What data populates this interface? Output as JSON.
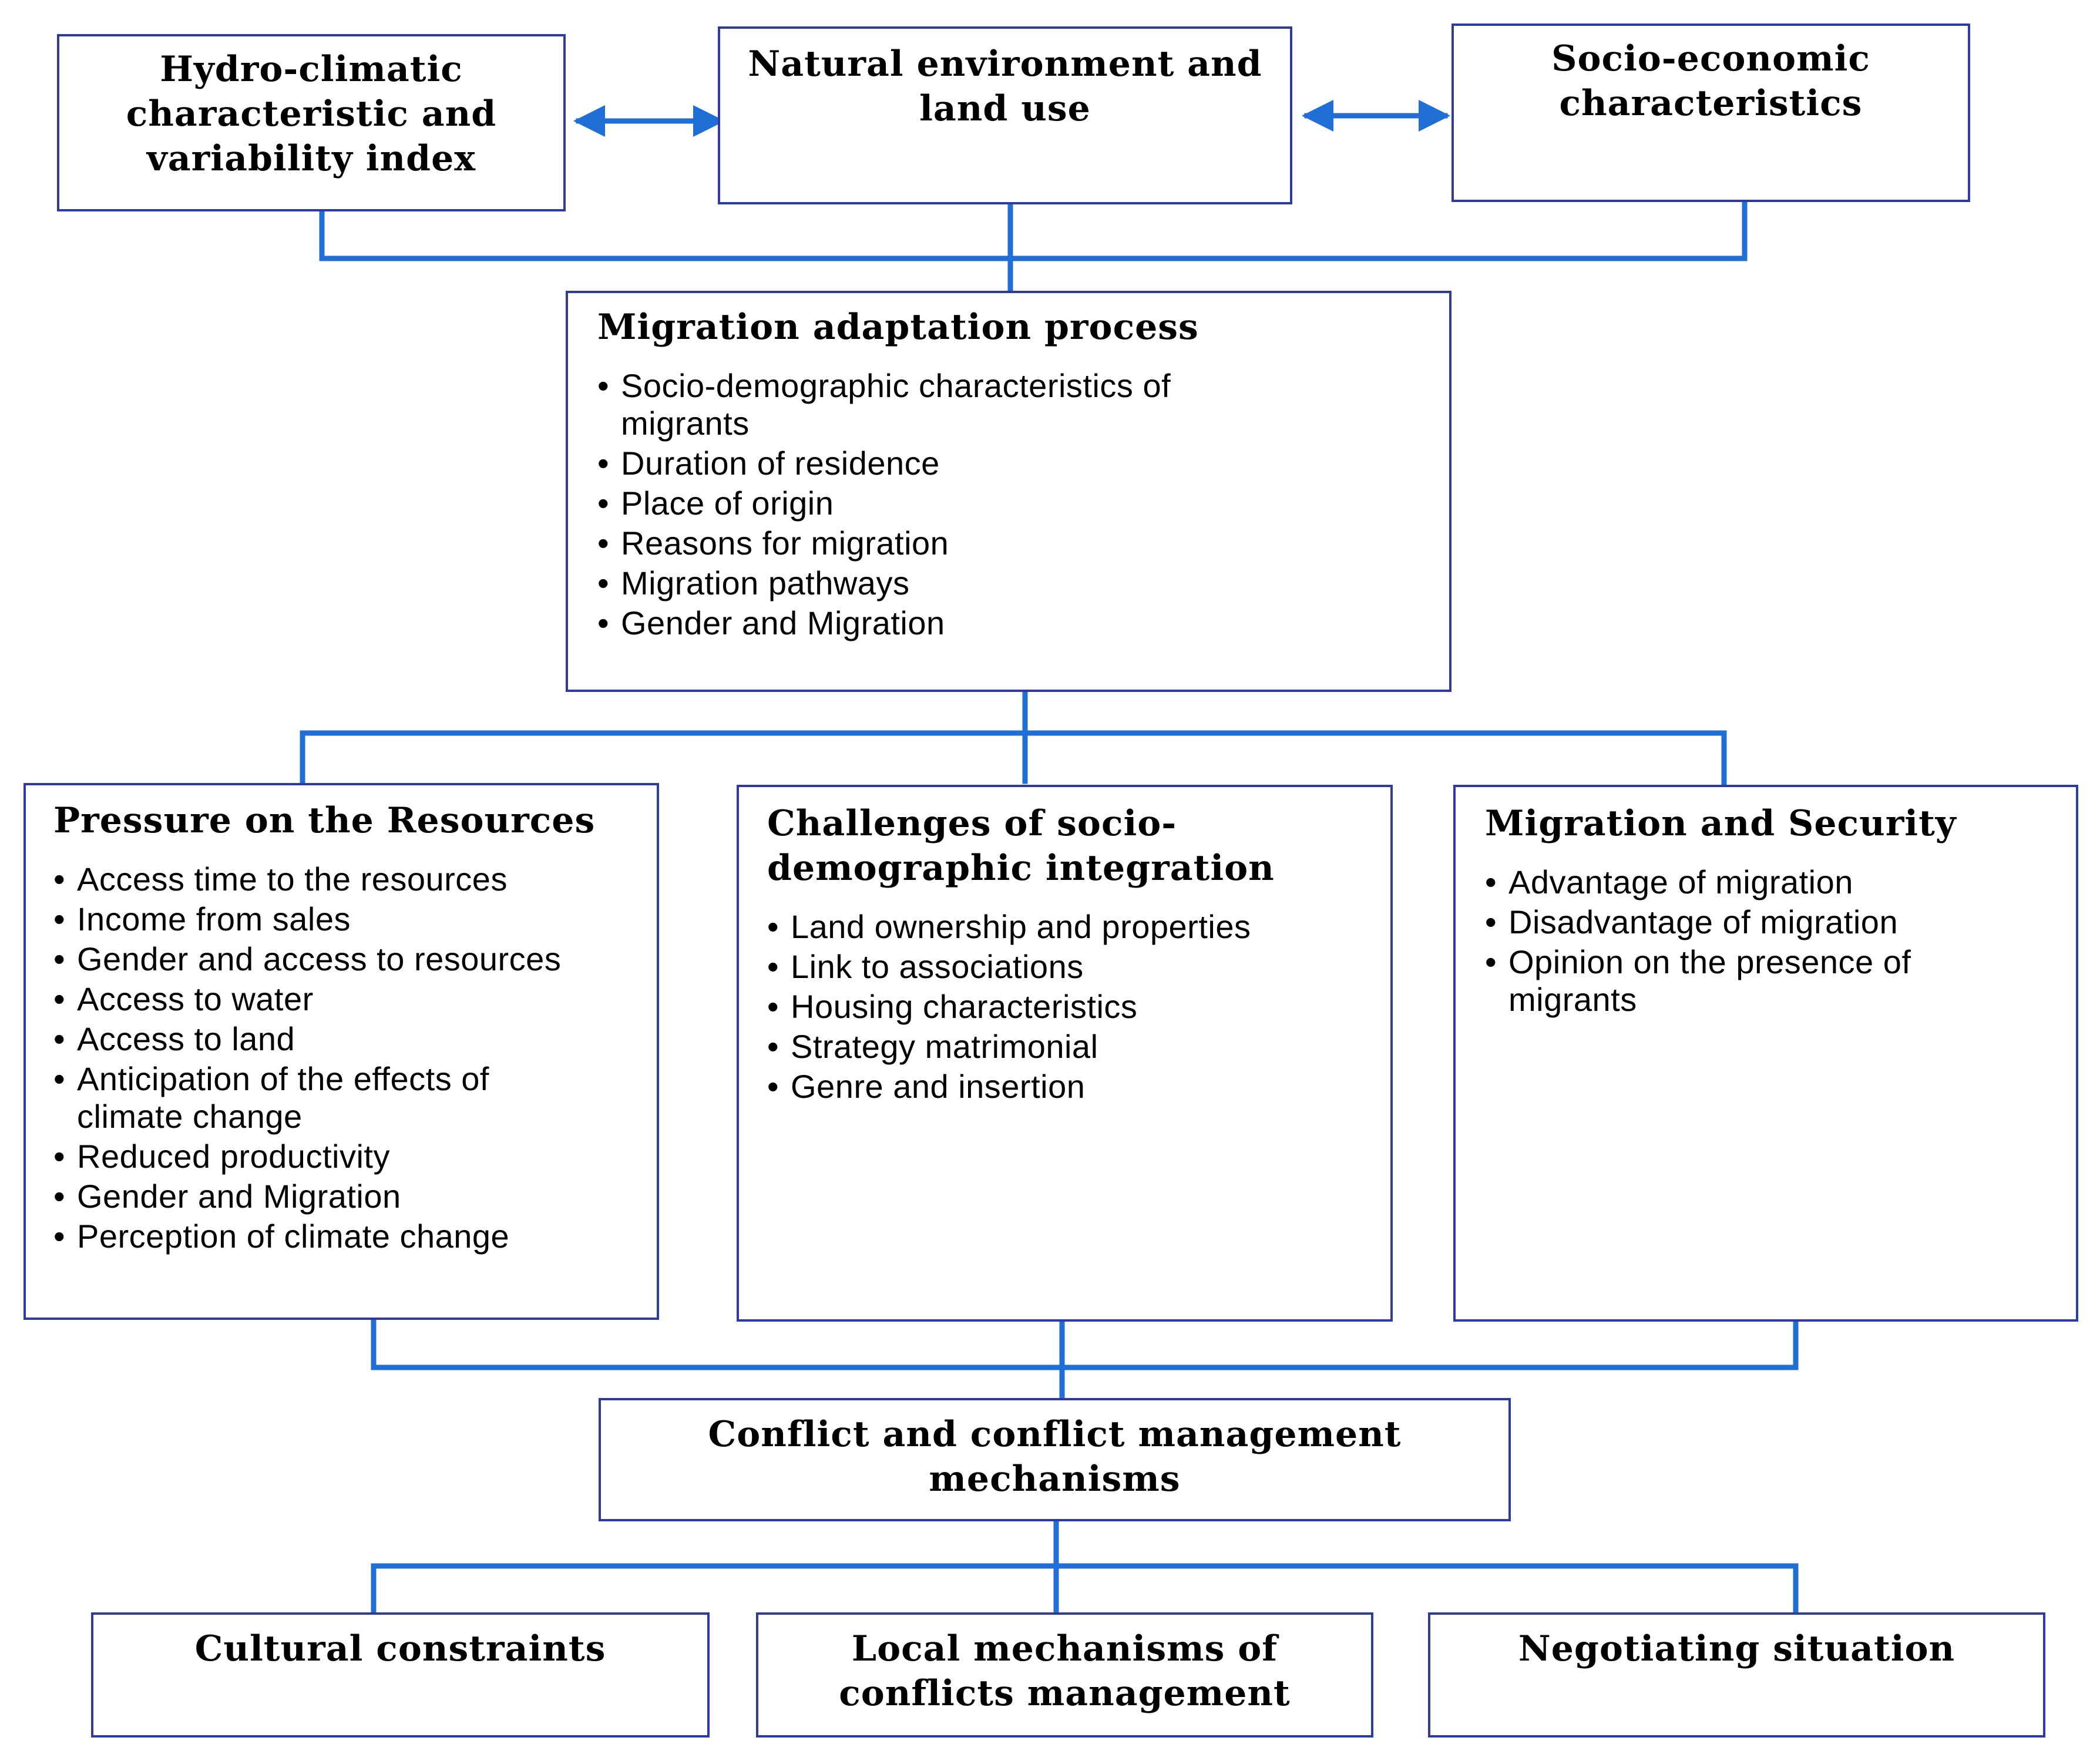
{
  "colors": {
    "connector": "#1f6fd6",
    "box_border": "#2e3a9e",
    "text": "#000000"
  },
  "top_boxes": {
    "hydro": "Hydro-climatic characteristic and variability index",
    "natural": "Natural environment and land use",
    "socio": "Socio-economic characteristics"
  },
  "migration": {
    "title": "Migration adaptation process",
    "items": [
      "Socio-demographic characteristics of migrants",
      "Duration of residence",
      "Place of origin",
      "Reasons for migration",
      "Migration pathways",
      "Gender and Migration"
    ]
  },
  "pressure": {
    "title": "Pressure on the Resources",
    "items": [
      "Access time to the resources",
      "Income from sales",
      "Gender and access to resources",
      "Access to water",
      "Access to land",
      "Anticipation of the effects of climate change",
      "Reduced productivity",
      "Gender and Migration",
      "Perception of climate change"
    ]
  },
  "challenges": {
    "title": "Challenges of socio-demographic integration",
    "items": [
      "Land ownership and properties",
      "Link to associations",
      "Housing characteristics",
      "Strategy matrimonial",
      "Genre and insertion"
    ]
  },
  "security": {
    "title": "Migration and Security",
    "items": [
      "Advantage of migration",
      "Disadvantage of migration",
      "Opinion on the presence of migrants"
    ]
  },
  "conflict": {
    "title": "Conflict and conflict management mechanisms"
  },
  "bottom_boxes": {
    "cultural": "Cultural constraints",
    "local": "Local mechanisms of conflicts management",
    "negotiating": "Negotiating situation"
  }
}
